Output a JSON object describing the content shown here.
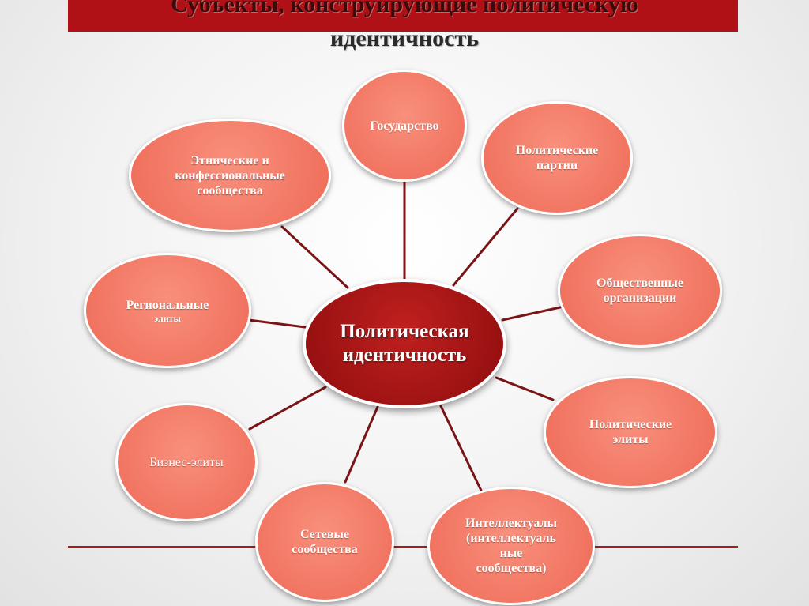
{
  "title": {
    "line1": "Субъекты, конструирующие политическую",
    "line2": "идентичность"
  },
  "center": "Политическая\nидентичность",
  "nodes": {
    "state": "Государство",
    "parties": "Политические\nпартии",
    "ethnic_line1": "Этнические и\nконфессиональные\nсообщества",
    "public_orgs": "Общественные\nорганизации",
    "regional_main": "Региональные",
    "regional_small": "элиты",
    "political_elites": "Политические\nэлиты",
    "business": "Бизнес-элиты",
    "networks": "Сетевые\nсообщества",
    "intellectuals": "Интеллектуалы\n(интеллектуаль\nные\nсообщества)"
  },
  "colors": {
    "title_bar": "#b01116",
    "center_fill": "#a0141a",
    "node_fill": "#f07a66",
    "connector": "#7a1416",
    "node_border": "#ffffff"
  }
}
